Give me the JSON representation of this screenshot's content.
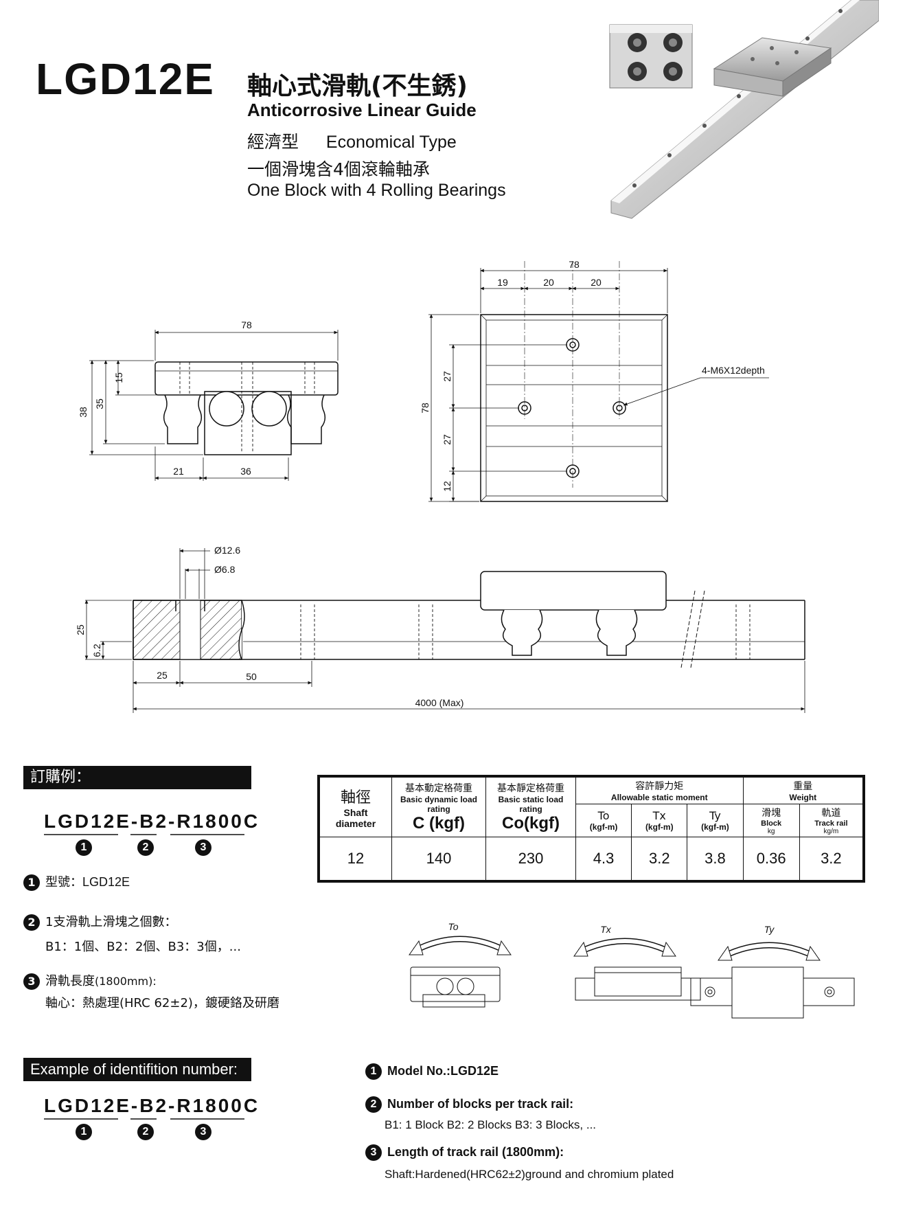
{
  "header": {
    "model": "LGD12E",
    "title_zh": "軸心式滑軌(不生銹)",
    "title_en": "Anticorrosive Linear Guide",
    "type_zh": "經濟型",
    "type_en": "Economical Type",
    "bearing_zh": "一個滑塊含4個滾輪軸承",
    "bearing_en": "One Block with 4 Rolling Bearings"
  },
  "front_view": {
    "width": "78",
    "h38": "38",
    "h35": "35",
    "h15": "15",
    "d21": "21",
    "d36": "36"
  },
  "top_view": {
    "width": "78",
    "d19": "19",
    "d20a": "20",
    "d20b": "20",
    "height": "78",
    "d27a": "27",
    "d27b": "27",
    "d12": "12",
    "hole_note": "4-M6X12depth"
  },
  "side_view": {
    "dia1": "Ø12.6",
    "dia2": "Ø6.8",
    "h25": "25",
    "h62": "6.2",
    "d25": "25",
    "d50": "50",
    "length": "4000 (Max)"
  },
  "order_zh": {
    "bar": "訂購例：",
    "part_no": "LGD12E-B2-R1800C",
    "marks": [
      "1",
      "2",
      "3"
    ],
    "item1_label": "型號：",
    "item1_value": "LGD12E",
    "item2_label": "1支滑軌上滑塊之個數：",
    "item2_value": "B1：1個、B2：2個、B3：3個，...",
    "item3_label": "滑軌長度",
    "item3_len": "(1800mm):",
    "item3_value": "軸心：熱處理(HRC 62±2)，鍍硬鉻及研磨"
  },
  "order_en": {
    "bar": "Example of identifition number:",
    "part_no": "LGD12E-B2-R1800C",
    "marks": [
      "1",
      "2",
      "3"
    ],
    "item1": "Model No.:LGD12E",
    "item2_label": "Number of blocks per track rail:",
    "item2_value": "B1: 1 Block  B2: 2 Blocks  B3: 3 Blocks, ...",
    "item3_label": "Length of track rail (1800mm):",
    "item3_value": "Shaft:Hardened(HRC62±2)ground and chromium plated"
  },
  "spec_table": {
    "h_shaft_zh": "軸徑",
    "h_shaft_en": "Shaft diameter",
    "h_dyn_zh": "基本動定格荷重",
    "h_dyn_en": "Basic dynamic load rating",
    "h_dyn_unit": "C (kgf)",
    "h_sta_zh": "基本靜定格荷重",
    "h_sta_en": "Basic static load rating",
    "h_sta_unit": "Co(kgf)",
    "h_mom_zh": "容許靜力矩",
    "h_mom_en": "Allowable static moment",
    "h_to": "To",
    "h_tx": "Tx",
    "h_ty": "Ty",
    "h_unit": "(kgf-m)",
    "h_wt_zh": "重量",
    "h_wt_en": "Weight",
    "h_block_zh": "滑塊",
    "h_block_en": "Block",
    "h_block_unit": "kg",
    "h_rail_zh": "軌道",
    "h_rail_en": "Track rail",
    "h_rail_unit": "kg/m",
    "row": {
      "shaft": "12",
      "c": "140",
      "co": "230",
      "to": "4.3",
      "tx": "3.2",
      "ty": "3.8",
      "block": "0.36",
      "rail": "3.2"
    }
  },
  "moment_labels": {
    "to": "To",
    "tx": "Tx",
    "ty": "Ty"
  }
}
